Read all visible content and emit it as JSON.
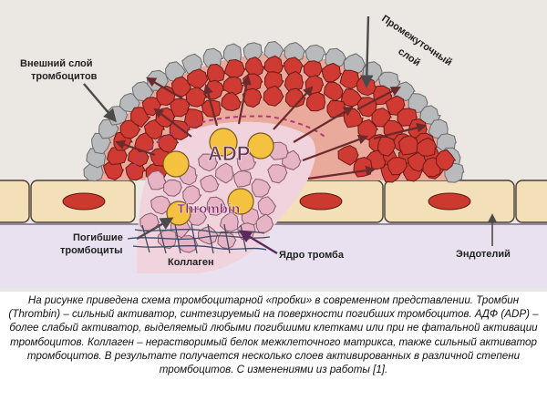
{
  "diagram": {
    "labels": {
      "outer_layer": [
        "Внешний слой",
        "тромбоцитов"
      ],
      "intermediate_layer": [
        "Промежуточный",
        "слой"
      ],
      "dead_platelets": [
        "Погибшие",
        "тромбоциты"
      ],
      "collagen": "Коллаген",
      "core": "Ядро тромба",
      "endothelium": "Эндотелий",
      "adp": "ADP",
      "thrombin": "Thrombin"
    },
    "colors": {
      "outer_platelet": "#b9babc",
      "red_platelet": "#cf3b33",
      "core_platelet": "#e6b4c4",
      "dead_platelet": "#f4c23e",
      "endothelial_cell": "#f3dfb8",
      "nucleus": "#cc3a2e",
      "tissue": "#e9e1f0",
      "dome_shade": "#e9a99b",
      "core_zone": "#f0d3dc",
      "arrow": "#6b2a2c",
      "boundary": "#b23a7a",
      "collagen": "#3e4a66"
    }
  },
  "caption": "На рисунке приведена схема тромбоцитарной «пробки» в современном представлении. Тромбин (Thrombin) – сильный активатор, синтезируемый на поверхности погибших тромбоцитов. АДФ (ADP) – более слабый активатор, выделяемый любыми погибшими клетками или при не фатальной активации тромбоцитов. Коллаген – нерастворимый белок межклеточного матрикса, также сильный активатор тромбоцитов. В результате получается несколько слоев активированных в различной степени тромбоцитов. С изменениями из работы [1]."
}
